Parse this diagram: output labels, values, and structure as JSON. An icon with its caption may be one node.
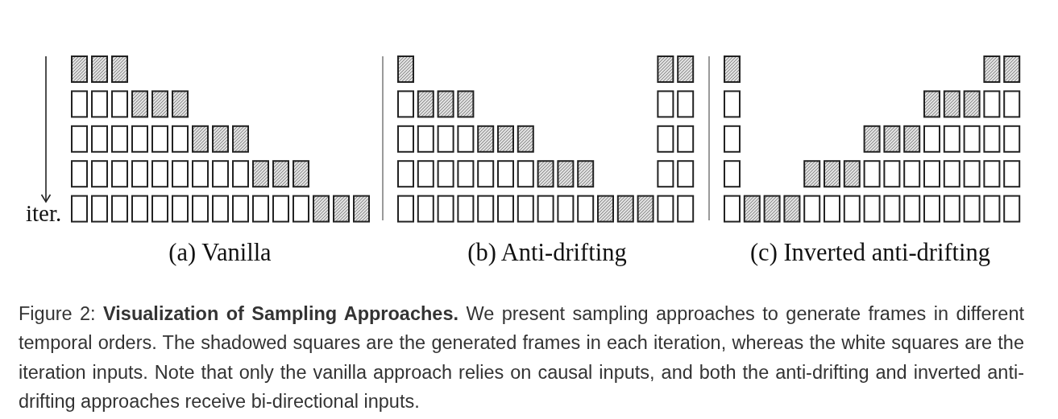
{
  "diagram": {
    "caption": "Figure 2: **Visualization of Sampling Approaches.** We present sampling approaches to generate frames in different temporal orders. The shadowed squares are the generated frames in each iteration, whereas the white squares are the iteration inputs. Note that only the vanilla approach relies on causal inputs, and both the anti-drifting and inverted anti-drifting approaches receive bi-directional inputs.",
    "labels": [
      "iter.",
      "(a) Vanilla",
      "(b) Anti-drifting",
      "(c) Inverted anti-drifting"
    ]
  }
}
